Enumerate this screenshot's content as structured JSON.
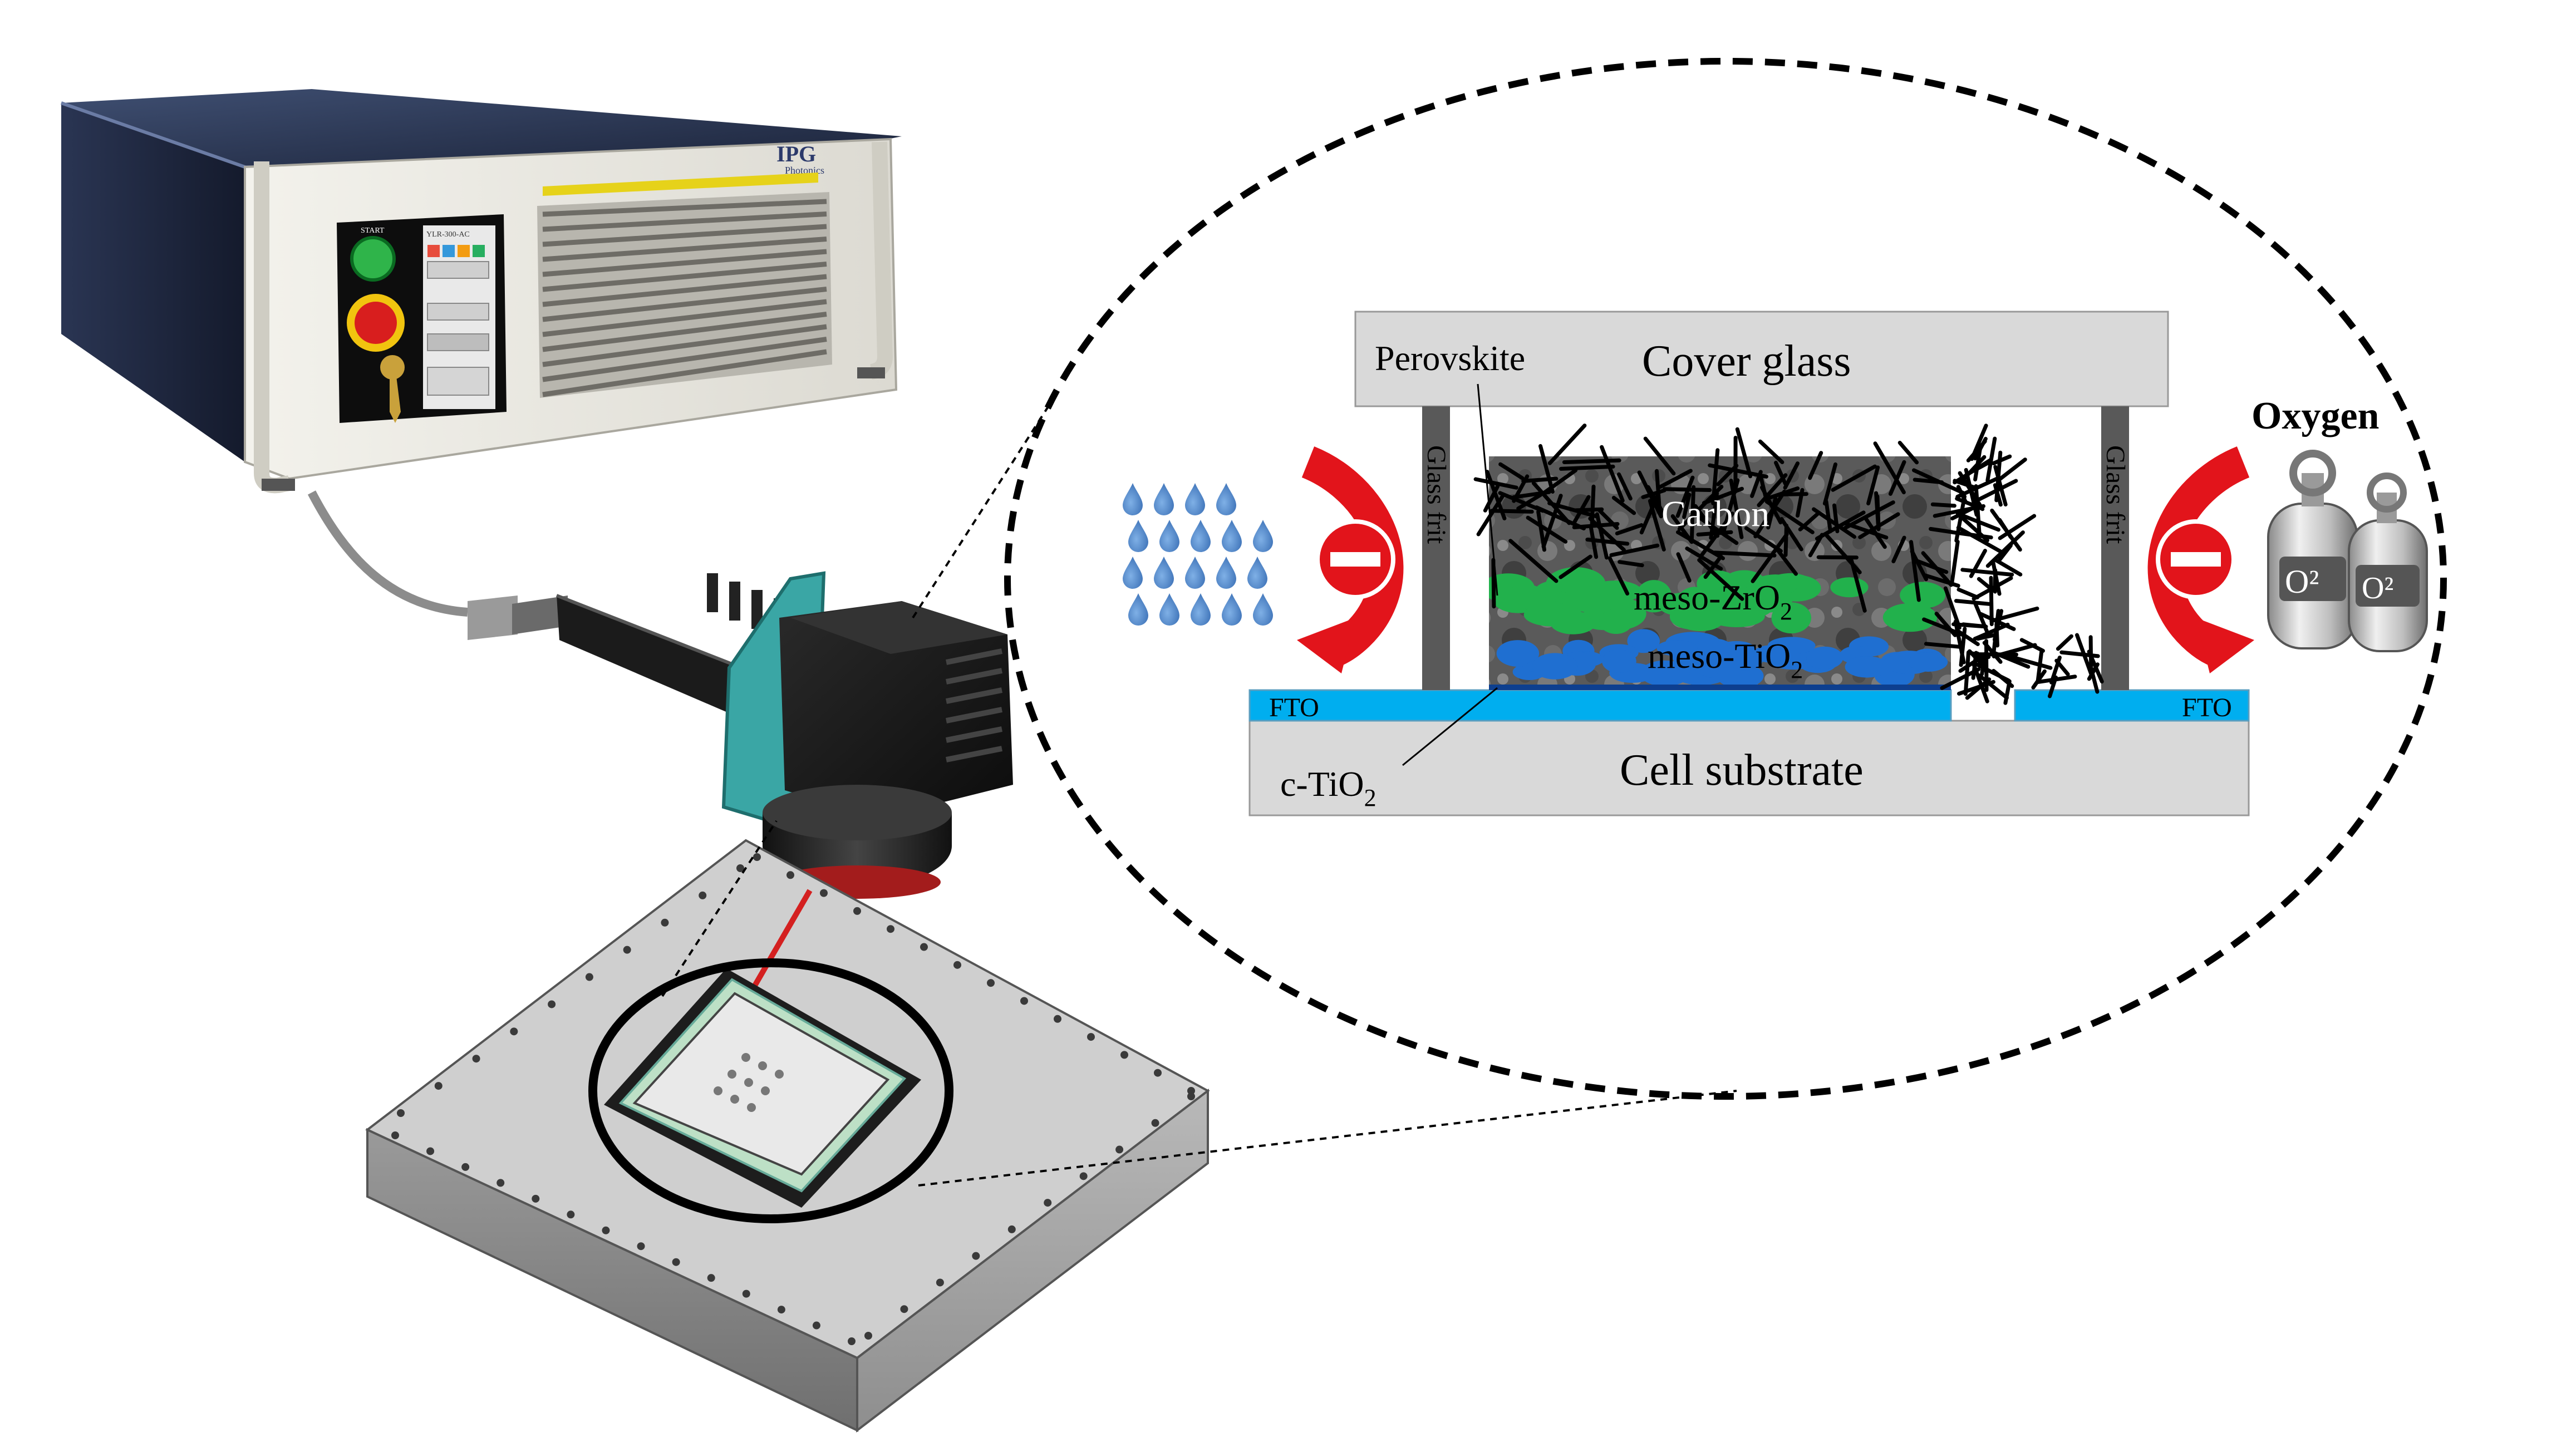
{
  "device": {
    "brand": "IPG",
    "brand_sub": "Photonics",
    "panel_start": "START",
    "panel_model": "YLR-300-AC"
  },
  "cell": {
    "cover_glass": "Cover glass",
    "perovskite": "Perovskite",
    "carbon": "Carbon",
    "meso_zro2": {
      "main": "meso-ZrO",
      "sub": "2"
    },
    "meso_tio2": {
      "main": "meso-TiO",
      "sub": "2"
    },
    "glass_frit_left": "Glass frit",
    "glass_frit_right": "Glass frit",
    "fto_left": "FTO",
    "fto_right": "FTO",
    "c_tio2": {
      "main": "c-TiO",
      "sub": "2"
    },
    "cell_substrate": "Cell substrate"
  },
  "barriers": {
    "oxygen_label": "Oxygen",
    "cylinder_label": "O²"
  },
  "colors": {
    "fto": "#00aeef",
    "zro2": "#22b14c",
    "tio2": "#1f6fd1",
    "glass": "#d9d9d9",
    "frit": "#595959",
    "arrow_red": "#e2141b",
    "laser": "#d42020",
    "water": "#4a7fc1",
    "panel_teal": "#3aa6a5"
  }
}
